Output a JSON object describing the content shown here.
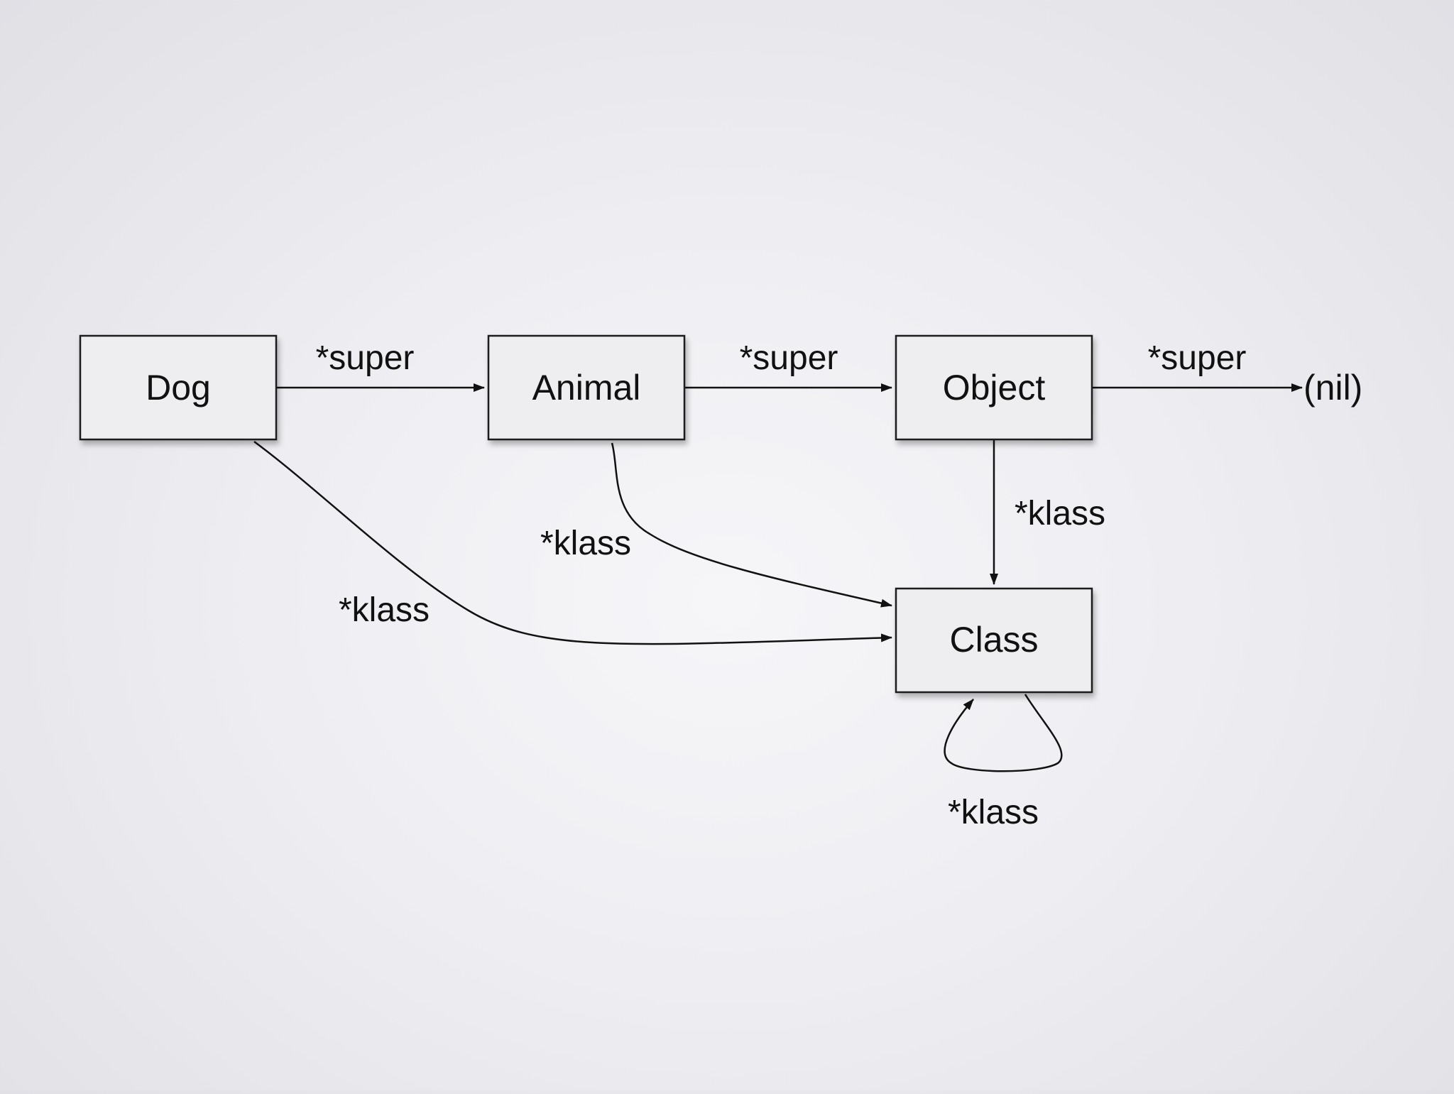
{
  "diagram": {
    "nodes": {
      "dog": {
        "label": "Dog"
      },
      "animal": {
        "label": "Animal"
      },
      "object": {
        "label": "Object"
      },
      "class": {
        "label": "Class"
      }
    },
    "terminal": {
      "label": "(nil)"
    },
    "edges": {
      "dog_super": {
        "from": "Dog",
        "to": "Animal",
        "label": "*super"
      },
      "animal_super": {
        "from": "Animal",
        "to": "Object",
        "label": "*super"
      },
      "object_super": {
        "from": "Object",
        "to": "(nil)",
        "label": "*super"
      },
      "object_klass": {
        "from": "Object",
        "to": "Class",
        "label": "*klass"
      },
      "animal_klass": {
        "from": "Animal",
        "to": "Class",
        "label": "*klass"
      },
      "dog_klass": {
        "from": "Dog",
        "to": "Class",
        "label": "*klass"
      },
      "class_klass": {
        "from": "Class",
        "to": "Class",
        "label": "*klass"
      }
    },
    "colors": {
      "line": "#111111",
      "box_fill": "#eeeef1",
      "background": "#eeeef2"
    }
  }
}
